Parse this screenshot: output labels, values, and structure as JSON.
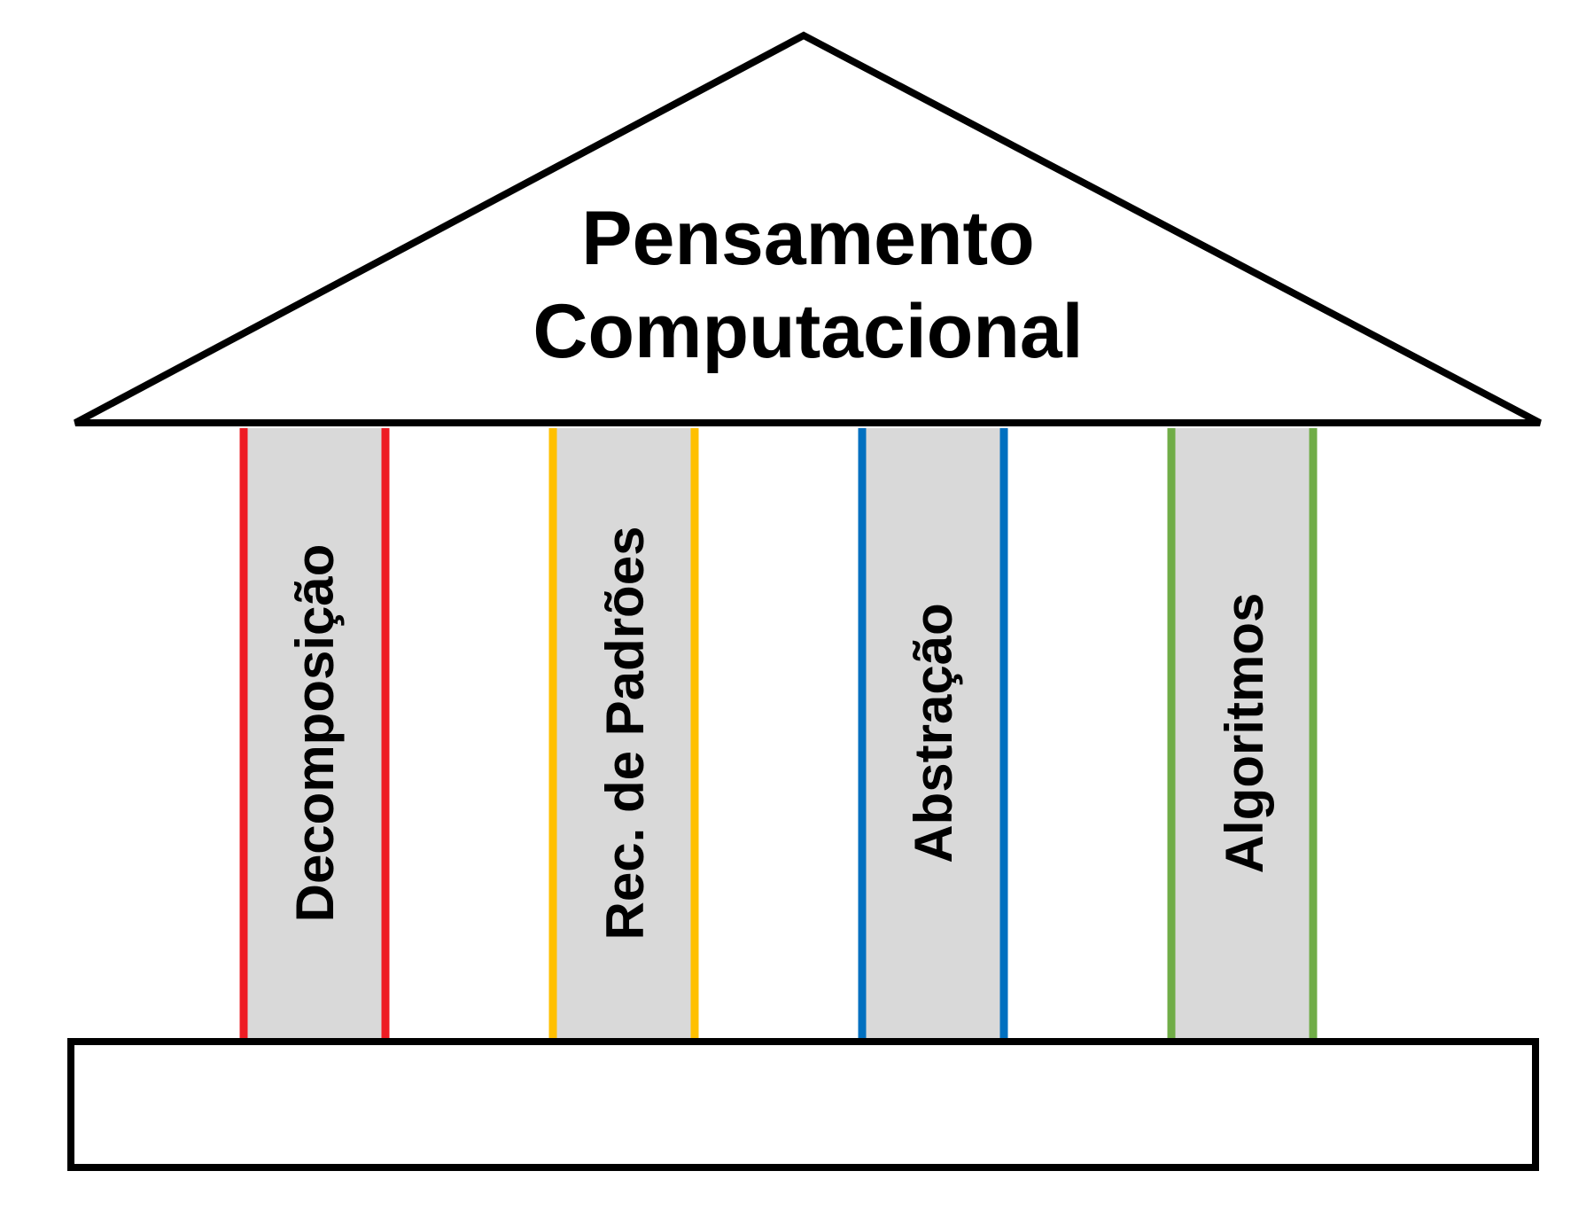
{
  "roof": {
    "title_line_1": "Pensamento",
    "title_line_2": "Computacional"
  },
  "columns": [
    {
      "label": "Decomposição",
      "accent_color": "#ee1c24"
    },
    {
      "label": "Rec. de Padrões",
      "accent_color": "#ffc000"
    },
    {
      "label": "Abstração",
      "accent_color": "#0070c0"
    },
    {
      "label": "Algoritmos",
      "accent_color": "#70ad47"
    }
  ],
  "colors": {
    "outline": "#000000",
    "column_fill": "#d9d9d9",
    "background": "#ffffff"
  }
}
